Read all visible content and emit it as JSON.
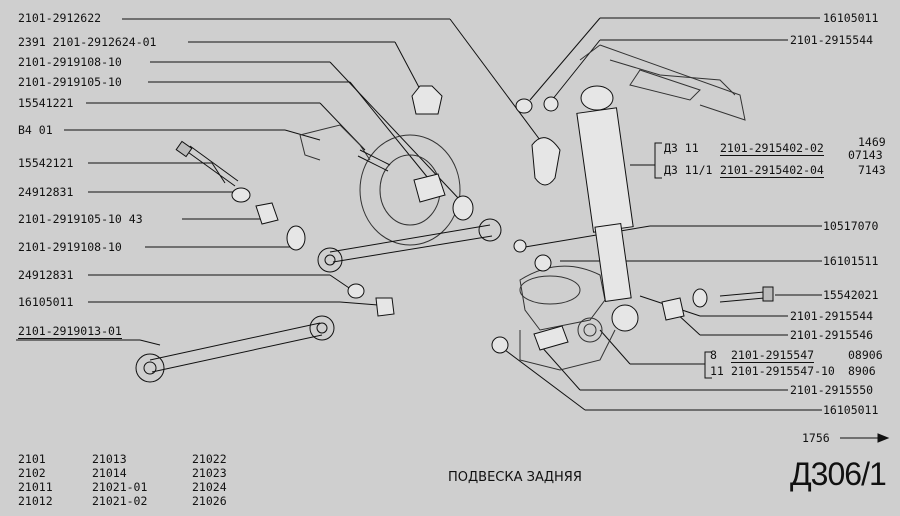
{
  "callouts": [
    "2101-2912622",
    "2391 2101-2912624-01",
    "2101-2919108-10",
    "2101-2919105-10",
    "15541221",
    "В4 01",
    "15542121",
    "24912831",
    "2101-2919105-10 43",
    "2101-2919108-10",
    "24912831",
    "16105011",
    "2101-2919013-01"
  ],
  "right_callouts": [
    "16105011",
    "2101-2915544",
    "10517070",
    "16101511",
    "15542021",
    "2101-2915544",
    "2101-2915546",
    "2101-2915550",
    "16105011"
  ],
  "shock_table": {
    "rows": [
      {
        "ref": "Д3 11",
        "part": "2101-2915402-02",
        "qty": "1469"
      },
      {
        "ref": "",
        "part": "",
        "qty": "07143"
      },
      {
        "ref": "Д3 11/1",
        "part": "2101-2915402-04",
        "qty": "7143"
      }
    ]
  },
  "bushing_table": {
    "rows": [
      {
        "ref": "8",
        "part": "2101-2915547",
        "qty": "08906"
      },
      {
        "ref": "11",
        "part": "2101-2915547-10",
        "qty": "8906"
      }
    ]
  },
  "ref_arrow": "1756",
  "title": "ПОДВЕСКА ЗАДНЯЯ",
  "page_code": "Д306/1",
  "models": [
    "2101",
    "21013",
    "21022",
    "2102",
    "21014",
    "21023",
    "21011",
    "21021-01",
    "21024",
    "21012",
    "21021-02",
    "21026"
  ]
}
